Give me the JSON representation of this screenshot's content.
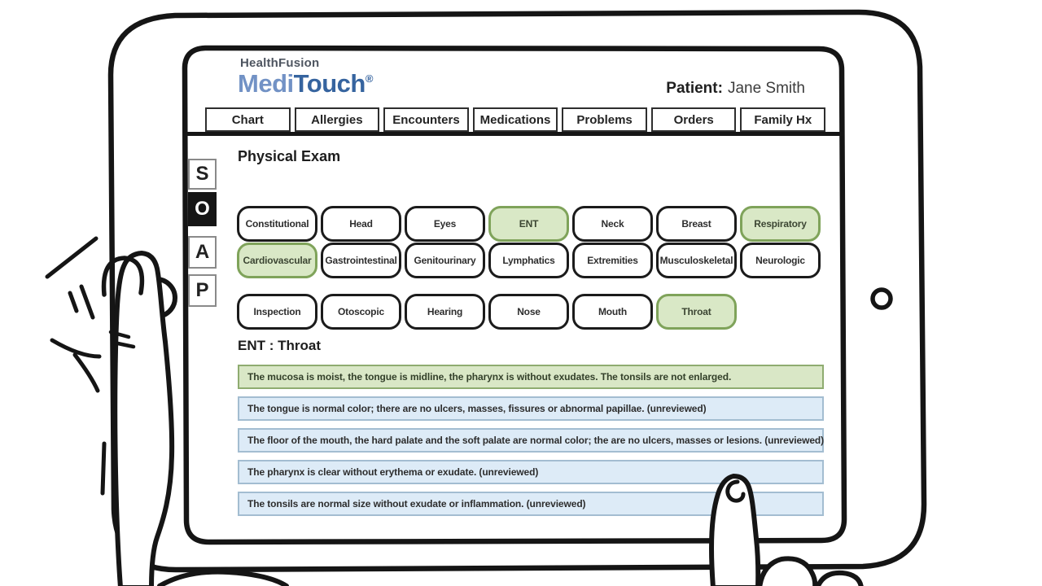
{
  "brand": {
    "company": "HealthFusion",
    "product_light": "Medi",
    "product_bold": "Touch",
    "registered": "®"
  },
  "patient": {
    "label": "Patient:",
    "name": "Jane Smith"
  },
  "tabs": [
    "Chart",
    "Allergies",
    "Encounters",
    "Medications",
    "Problems",
    "Orders",
    "Family Hx"
  ],
  "soap": {
    "letters": [
      "S",
      "O",
      "A",
      "P"
    ],
    "active": "O"
  },
  "exam": {
    "title": "Physical Exam",
    "section_heading": "ENT : Throat",
    "rows": [
      {
        "buttons": [
          {
            "label": "Constitutional",
            "selected": false
          },
          {
            "label": "Head",
            "selected": false
          },
          {
            "label": "Eyes",
            "selected": false
          },
          {
            "label": "ENT",
            "selected": true
          },
          {
            "label": "Neck",
            "selected": false
          },
          {
            "label": "Breast",
            "selected": false
          },
          {
            "label": "Respiratory",
            "selected": true
          }
        ]
      },
      {
        "buttons": [
          {
            "label": "Cardiovascular",
            "selected": true
          },
          {
            "label": "Gastrointestinal",
            "selected": false
          },
          {
            "label": "Genitourinary",
            "selected": false
          },
          {
            "label": "Lymphatics",
            "selected": false
          },
          {
            "label": "Extremities",
            "selected": false
          },
          {
            "label": "Musculoskeletal",
            "selected": false
          },
          {
            "label": "Neurologic",
            "selected": false
          }
        ]
      },
      {
        "buttons": [
          {
            "label": "Inspection",
            "selected": false
          },
          {
            "label": "Otoscopic",
            "selected": false
          },
          {
            "label": "Hearing",
            "selected": false
          },
          {
            "label": "Nose",
            "selected": false
          },
          {
            "label": "Mouth",
            "selected": false
          },
          {
            "label": "Throat",
            "selected": true
          }
        ]
      }
    ]
  },
  "findings": [
    {
      "text": "The mucosa is moist, the tongue is midline, the pharynx is without exudates. The tonsils are not enlarged.",
      "state": "selected"
    },
    {
      "text": "The tongue is normal color; there are no ulcers, masses, fissures or abnormal papillae. (unreviewed)",
      "state": "unreviewed"
    },
    {
      "text": "The floor of the mouth, the hard palate and the soft palate are normal color; the are no ulcers, masses or lesions. (unreviewed)",
      "state": "unreviewed"
    },
    {
      "text": "The pharynx is clear without erythema or exudate. (unreviewed)",
      "state": "unreviewed"
    },
    {
      "text": "The tonsils are normal size without exudate or inflammation. (unreviewed)",
      "state": "unreviewed"
    }
  ],
  "colors": {
    "brand_light_blue": "#7292c5",
    "brand_dark_blue": "#36649f",
    "selected_green_bg": "#d9e8c6",
    "selected_green_border": "#7fa35a",
    "finding_green_bg": "#d9e7c6",
    "finding_green_border": "#8fac70",
    "finding_blue_bg": "#ddebf7",
    "finding_blue_border": "#a3bdd1",
    "ink": "#1a1a1a"
  }
}
